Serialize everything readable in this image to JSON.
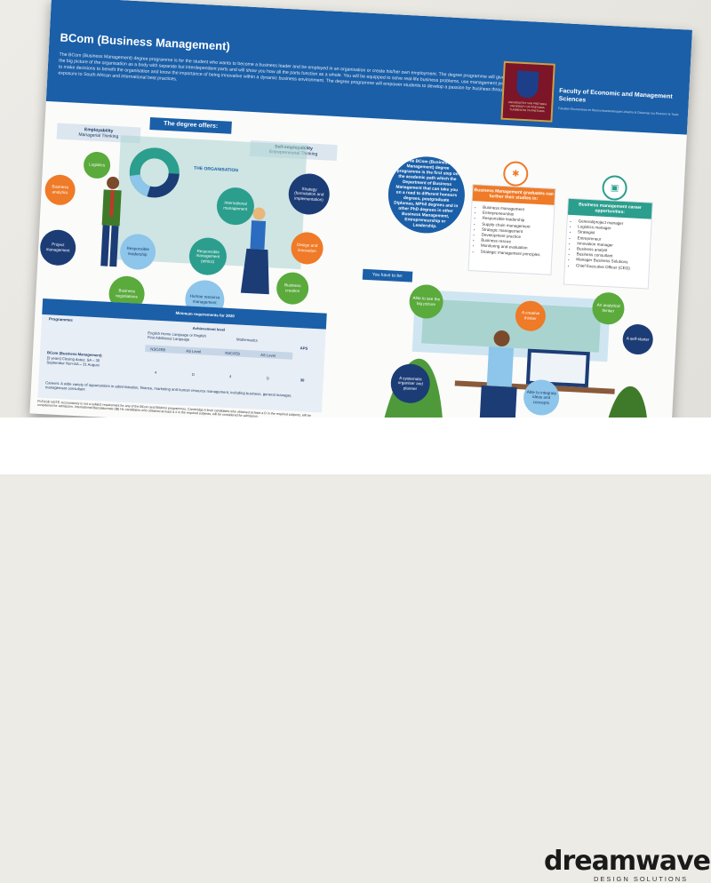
{
  "brochure": {
    "title": "BCom (Business Management)",
    "intro": "The BCom (Business Management) degree programme is for the student who wants to become a business leader and be employed in an organisation or create his/her own employment. The degree programme will give you the big picture of the organisation as a body with separate but interdependent parts and will show you how all the parts function as a whole. You will be equipped to solve real-life business problems, use management processes to make decisions to benefit the organisation and know the importance of being innovative within a dynamic business environment. The degree programme will empower students to develop a passion for business through exposure to South African and international best practices.",
    "faculty": "Faculty of Economic and Management Sciences",
    "faculty_sub": "Fakulteit Ekonomiese en Bestuurswetenskappe Lefapha la Disaense tsa Ekonomi le Taolo",
    "crest_text": "UNIVERSITEIT VAN PRETORIA UNIVERSITY OF PRETORIA YUNIBESITHI YA PRETORIA",
    "offers_label": "The degree offers:",
    "employability": "Employability",
    "employability_sub": "Managerial Thinking",
    "self_employability": "Self-employability",
    "self_employability_sub": "Entrepreneurial Thinking",
    "organisation_label": "THE ORGANISATION",
    "left_circles": {
      "logistics": "Logistics",
      "business_analytics": "Business analytics",
      "project_management": "Project management",
      "responsible_leadership": "Responsible leadership",
      "business_negotiations": "Business negotiations",
      "international_management": "International management",
      "responsible_management": "Responsible management (ethics)",
      "human_resource": "Human resource management",
      "strategy": "Strategy (formulation and implementation)",
      "design_innovation": "Design and innovation",
      "business_creation": "Business creation"
    },
    "table": {
      "col_programmes": "Programmes",
      "col_minimum": "Minimum requirements for 2020",
      "col_achievement": "Achievement level",
      "col_english": "English Home Language or English First Additional Language",
      "col_maths": "Mathematics",
      "col_aps": "APS",
      "sub_nsc": "NSC/IEB",
      "sub_as": "AS Level",
      "row_name": "BCom (Business Management)",
      "row_detail": "[3 years] Closing dates: SA – 30 September Non-SA – 31 August",
      "v1": "4",
      "v2": "D",
      "v3": "4",
      "v4": "D",
      "aps": "30",
      "careers": "Careers: A wide variety of opportunities in administration, finance, marketing and human resource management, including business, general manager, management consultant"
    },
    "note": "PLEASE NOTE: Accountancy is not a subject requirement for any of the BCom and BAdmin programmes. Cambridge A level candidates who obtained at least a D in the required subjects, will be considered for admission. International Baccalaureate (IB) HL candidates who obtained at least a 4 in the required subjects, will be considered for admission.",
    "bubble_text": "The BCom (Business Management) degree programme is the first step on the academic path which the Department of Business Management that can take you on a road to different honours degrees, postgraduate Diplomas, MPhil degrees and in other PhD degrees in other Business Management, Entrepreneurship or Leadership.",
    "graduates_title": "Business Management graduates can further their studies in:",
    "graduates_list": [
      "Business management",
      "Entrepreneurship",
      "Responsible leadership",
      "Supply chain management",
      "Strategic management",
      "Development practice",
      "Business rescue",
      "Monitoring and evaluation",
      "Strategic management principles"
    ],
    "career_title": "Business management career opportunities:",
    "career_list": [
      "General/project manager",
      "Logistics manager",
      "Strategist",
      "Entrepreneur",
      "Innovation manager",
      "Business analyst",
      "Business consultant",
      "Manager Business Solutions",
      "Chief Executive Officer (CEO)"
    ],
    "you_have": "You have to be:",
    "traits": {
      "big_picture": "Able to see the big picture",
      "creative": "A creative thinker",
      "analytical": "An analytical thinker",
      "self_starter": "A self-starter",
      "organiser": "A systematic organiser and planner",
      "integrate": "Able to integrate ideas and concepts"
    }
  },
  "footer": {
    "logo": "dreamwave",
    "logo_sub": "DESIGN SOLUTIONS"
  },
  "colors": {
    "primary_blue": "#1a5fa8",
    "green": "#5aaa3c",
    "orange": "#ef7a27",
    "navy": "#1c3c76",
    "light_blue": "#8ec5ea",
    "teal": "#2b9e8d"
  }
}
